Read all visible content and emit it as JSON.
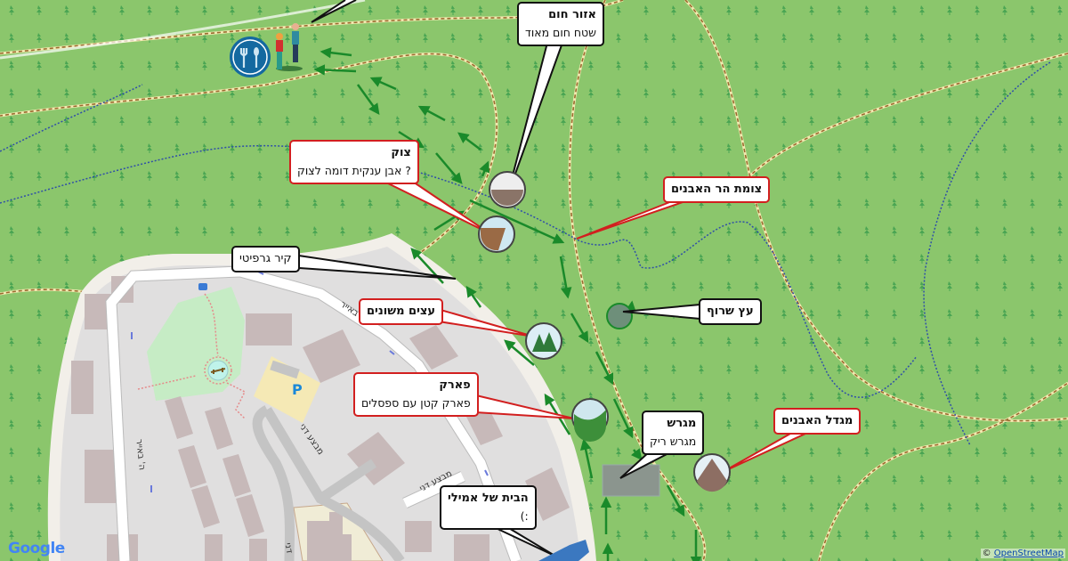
{
  "callouts": [
    {
      "title": "אזור חום",
      "subtitle": "שטח חום מאוד",
      "border": "#111111"
    },
    {
      "title": "צוק",
      "subtitle": "? אבן ענקית דומה לצוק",
      "border": "#d21f1f"
    },
    {
      "title": "צומת הר האבנים",
      "border": "#d21f1f"
    },
    {
      "title": "קיר גרפיטי",
      "border": "#111111"
    },
    {
      "title": "עצים משונים",
      "border": "#d21f1f"
    },
    {
      "title": "עץ שרוף",
      "border": "#111111"
    },
    {
      "title": "פארק",
      "subtitle": "פארק קטן עם ספסלים",
      "border": "#d21f1f"
    },
    {
      "title": "מגרש",
      "subtitle": "מגרש ריק",
      "border": "#111111"
    },
    {
      "title": "מגדל האבנים",
      "border": "#d21f1f"
    },
    {
      "title": "הבית של אמילי",
      "subtitle": ":)",
      "border": "#111111"
    }
  ],
  "streets": [
    "ה' באייר",
    "ה' באייר",
    "מבצע דני",
    "מבצע דני",
    "דני"
  ],
  "map_symbols": {
    "parking": "P"
  },
  "attribution": {
    "prefix": "©",
    "link": "OpenStreetMap"
  },
  "logo": "Google",
  "colors": {
    "forest": "#8bc66c",
    "route_arrow": "#1a8a2a",
    "residential": "#e0dfdf",
    "building": "#c8b9b9"
  }
}
